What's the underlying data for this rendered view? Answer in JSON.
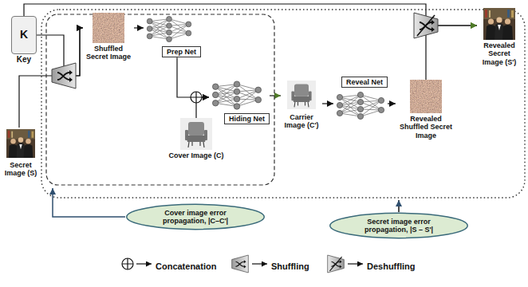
{
  "diagram": {
    "nodes": [
      {
        "text": [
          "K",
          "Key"
        ]
      },
      {
        "text": [
          "Secret Image (S)"
        ]
      },
      {
        "text": [
          "Shuffled Secret Image"
        ]
      },
      {
        "text": [
          "Prep Net"
        ]
      },
      {
        "text": [
          "Cover Image (C)"
        ]
      },
      {
        "text": [
          "Hiding Net"
        ]
      },
      {
        "text": [
          "Carrier Image (C')"
        ]
      },
      {
        "text": [
          "Reveal Net"
        ]
      },
      {
        "text": [
          "Revealed Shuffled Secret Image"
        ]
      },
      {
        "text": [
          "Revealed Secret Image (S')"
        ]
      },
      {
        "text": [
          "Cover image error propagation, |C–C'|"
        ]
      },
      {
        "text": [
          "Secret image error propagation, |S – S'|"
        ]
      }
    ],
    "edges": [
      {
        "from": 0,
        "to": 2,
        "arrow": "to"
      },
      {
        "from": 1,
        "to": 2,
        "arrow": "to"
      },
      {
        "from": 2,
        "to": 3,
        "arrow": "to"
      },
      {
        "from": 3,
        "to": 5,
        "arrow": "to"
      },
      {
        "from": 4,
        "to": 5,
        "arrow": "to"
      },
      {
        "from": 5,
        "to": 6,
        "arrow": "to"
      },
      {
        "from": 6,
        "to": 7,
        "arrow": "to"
      },
      {
        "from": 7,
        "to": 8,
        "arrow": "to"
      },
      {
        "from": 8,
        "to": 9,
        "arrow": "to"
      },
      {
        "from": 0,
        "to": 9,
        "arrow": "to"
      }
    ],
    "legend": [
      {
        "text": "Concatenation"
      },
      {
        "text": "Shuffling"
      },
      {
        "text": "Deshuffling"
      }
    ]
  }
}
